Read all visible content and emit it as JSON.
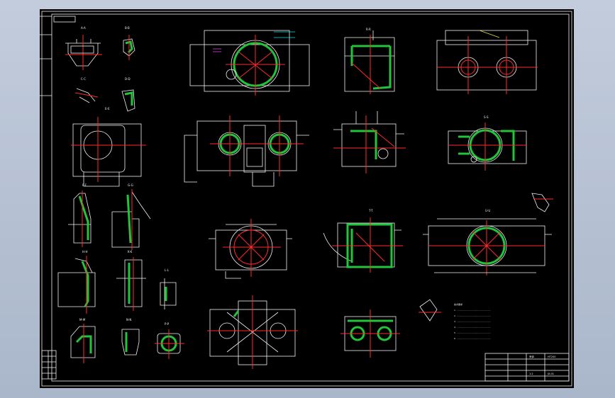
{
  "drawing": {
    "views": [
      {
        "id": "v1",
        "label": "A-A"
      },
      {
        "id": "v2",
        "label": "B-B"
      },
      {
        "id": "v3",
        "label": "C-C"
      },
      {
        "id": "v4",
        "label": "D-D"
      },
      {
        "id": "v5",
        "label": "E-E"
      },
      {
        "id": "v6",
        "label": "F-F"
      },
      {
        "id": "v7",
        "label": "G-G"
      },
      {
        "id": "v8",
        "label": "H-H"
      },
      {
        "id": "v9",
        "label": "K-K"
      },
      {
        "id": "v10",
        "label": "L-L"
      },
      {
        "id": "v11",
        "label": "M-M"
      },
      {
        "id": "v12",
        "label": "N-N"
      },
      {
        "id": "v13",
        "label": "P-P"
      },
      {
        "id": "v14",
        "label": "R-R"
      },
      {
        "id": "v15",
        "label": "S-S"
      },
      {
        "id": "v16",
        "label": "T-T"
      },
      {
        "id": "v17",
        "label": "U-U"
      }
    ],
    "technical_requirements_title": "技术要求",
    "technical_requirements": [
      "1. ..................................................",
      "2. ..................................................",
      "3. ..................................................",
      "4. ..................................................",
      "5. ..................................................",
      "6. .................................................."
    ],
    "title_block": {
      "part_name": "壳体",
      "material": "HT200",
      "scale": "1:2",
      "drawing_no": "JX-01"
    }
  },
  "colors": {
    "background": "#000000",
    "outline": "#f2f2f2",
    "center_line": "#ff2a2a",
    "section_hatch": "#21c43a",
    "dimension_alt": "#29d6e0",
    "viewport_bg": "#b9c4d6"
  }
}
